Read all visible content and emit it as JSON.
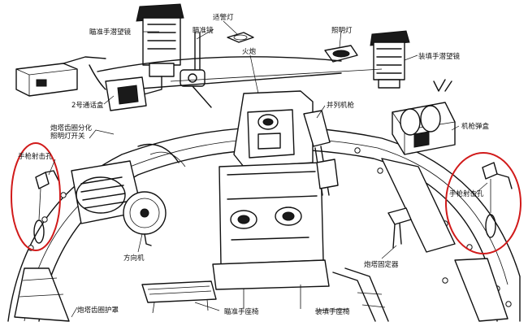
{
  "labels": {
    "gunner_sight": "瞄准手潜望镜",
    "aiming_scope": "瞄准镜",
    "spare_lamp": "适警灯",
    "main_gun": "火炮",
    "lighting_lamp": "照明灯",
    "loader_periscope": "装填手潜望镜",
    "intercom_box": "2号通话盒",
    "coax_mg": "并列机枪",
    "turret_ring_switch": "炮塔齿圈分化\n照明灯开关",
    "mg_ammo_box": "机枪弹盒",
    "pistol_port_left": "手枪射击孔",
    "pistol_port_right": "手枪射击孔",
    "traverse_gear": "方向机",
    "turret_lock": "炮塔固定器",
    "ring_guard": "炮塔齿圈护罩",
    "gunner_seat": "瞄准手座椅",
    "loader_seat": "装填手座椅"
  },
  "colors": {
    "ink": "#111111",
    "highlight": "#d11a1a",
    "background": "#ffffff"
  }
}
